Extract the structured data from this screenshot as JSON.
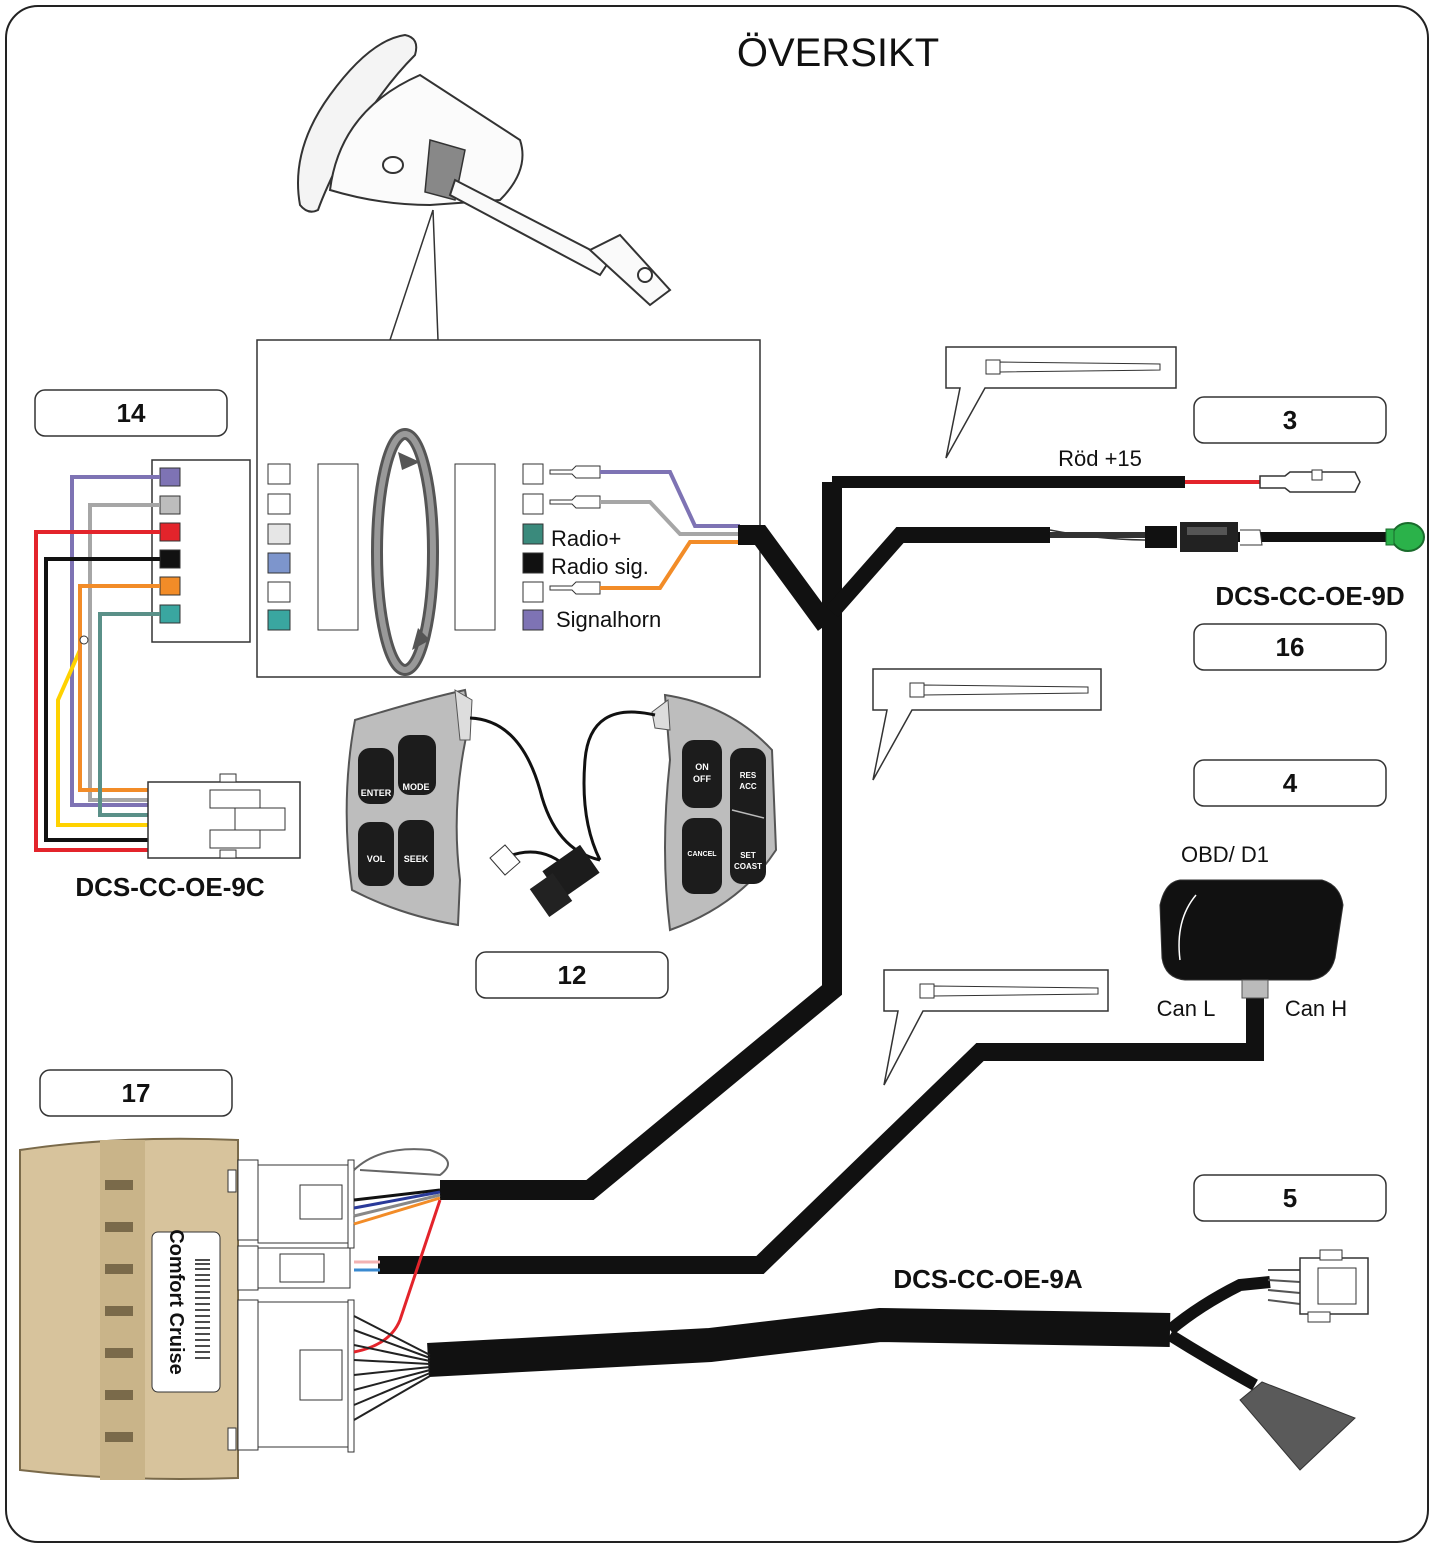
{
  "title": "ÖVERSIKT",
  "badges": [
    {
      "id": "14",
      "text": "14"
    },
    {
      "id": "3",
      "text": "3"
    },
    {
      "id": "16",
      "text": "16"
    },
    {
      "id": "4",
      "text": "4"
    },
    {
      "id": "12",
      "text": "12"
    },
    {
      "id": "17",
      "text": "17"
    },
    {
      "id": "5",
      "text": "5"
    }
  ],
  "labels": {
    "rod15": "Röd +15",
    "radio_plus": "Radio+",
    "radio_sig": "Radio sig.",
    "signalhorn": "Signalhorn",
    "obd": "OBD/ D1",
    "can_l": "Can L",
    "can_h": "Can H",
    "comfort_cruise": "Comfort Cruise"
  },
  "part_numbers": {
    "p9c": "DCS-CC-OE-9C",
    "p9d": "DCS-CC-OE-9D",
    "p9a": "DCS-CC-OE-9A"
  },
  "switch_buttons": {
    "enter": "ENTER",
    "mode": "MODE",
    "vol": "VOL",
    "seek": "SEEK",
    "on": "ON",
    "off": "OFF",
    "res": "RES",
    "acc": "ACC",
    "cancel": "CANCEL",
    "set": "SET",
    "coast": "COAST"
  },
  "colors": {
    "wire_purple": "#7e73b4",
    "wire_gray": "#a6a6a6",
    "wire_red": "#e3242b",
    "wire_black": "#111111",
    "wire_orange": "#f28c28",
    "wire_teal": "#3aa6a0",
    "wire_yellow": "#ffd200",
    "module_tan": "#d7c39c",
    "led_green": "#2bb24a"
  }
}
